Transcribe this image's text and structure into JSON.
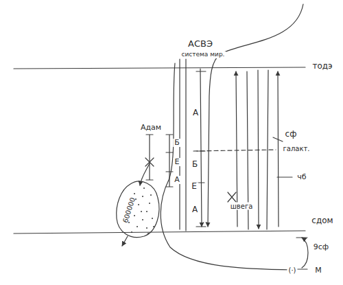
{
  "diagram": {
    "nodes": [
      {
        "text": [
          "600000"
        ]
      }
    ],
    "labels": [
      "АСВЭ",
      "система мир.",
      "тодэ",
      "сф",
      "галакт.",
      "чб",
      "сдом",
      "9сф",
      "М",
      "(·)",
      "Адам",
      "Б",
      "Е",
      "А",
      "А",
      "Б",
      "Е",
      "А",
      "швега"
    ]
  }
}
